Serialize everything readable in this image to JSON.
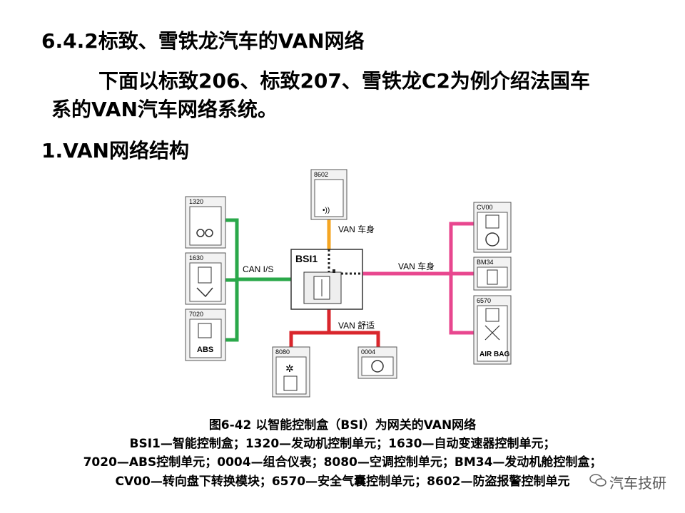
{
  "heading_main": "6.4.2标致、雪铁龙汽车的VAN网络",
  "intro_line1": "下面以标致206、标致207、雪铁龙C2为例介绍法国车",
  "intro_line2": "系的VAN汽车网络系统。",
  "heading_sub": "1.VAN网络结构",
  "diagram": {
    "bus_labels": {
      "can_is": "CAN I/S",
      "van_body_top": "VAN 车身",
      "van_body_right": "VAN 车身",
      "van_comfort": "VAN 舒适"
    },
    "modules": {
      "bsi": "BSI1",
      "m8602": "8602",
      "m1320": "1320",
      "m1630": "1630",
      "m7020": "7020",
      "abs_label": "ABS",
      "m8080": "8080",
      "m0004": "0004",
      "mcv00": "CV00",
      "mbm34": "BM34",
      "m6570": "6570",
      "airbag_label": "AIR BAG"
    },
    "colors": {
      "can": "#2aa84a",
      "van_body_top": "#f5a623",
      "van_body_right": "#e8478f",
      "van_comfort": "#d9262c"
    }
  },
  "caption": {
    "title": "图6-42   以智能控制盒（BSI）为网关的VAN网络",
    "line1": "BSI1—智能控制盒；1320—发动机控制单元；1630—自动变速器控制单元；",
    "line2": "7020—ABS控制单元；0004—组合仪表；8080—空调控制单元；BM34—发动机舱控制盒；",
    "line3": "CV00—转向盘下转换模块；6570—安全气囊控制单元；8602—防盗报警控制单元"
  },
  "watermark": "汽车技研"
}
